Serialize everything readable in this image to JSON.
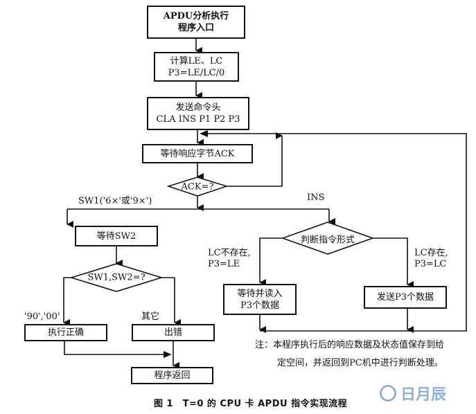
{
  "diagram": {
    "type": "flowchart",
    "nodes": {
      "entry": {
        "line1": "APDU分析执行",
        "line2": "程序入口"
      },
      "calc": {
        "line1": "计算LE、LC",
        "line2": "P3=LE/LC/0"
      },
      "send_header": {
        "line1": "发送命令头",
        "line2": "CLA INS P1 P2 P3"
      },
      "wait_ack": {
        "label": "等待响应字节ACK"
      },
      "ack_decision": {
        "label": "ACK=?"
      },
      "wait_sw2": {
        "label": "等待SW2"
      },
      "sw_decision": {
        "label": "SW1,SW2=?"
      },
      "exec_ok": {
        "label": "执行正确"
      },
      "error": {
        "label": "出错"
      },
      "return": {
        "label": "程序返回"
      },
      "ins_decision": {
        "label": "判断指令形式"
      },
      "read_data": {
        "line1": "等待并读入",
        "line2": "P3个数据"
      },
      "send_data": {
        "label": "发送P3个数据"
      }
    },
    "edge_labels": {
      "sw1_branch": "SW1('6×'或'9×')",
      "ins_branch": "INS",
      "lc_absent_line1": "LC不存在,",
      "lc_absent_line2": "P3=LE",
      "lc_present_line1": "LC存在,",
      "lc_present_line2": "P3=LC",
      "ok_codes": "'90','00'",
      "other": "其它"
    },
    "note": {
      "line1": "注：本程序执行后的响应数据及状态值保存到给",
      "line2": "定空间，并返回到PC机中进行判断处理。"
    },
    "caption": "图 1　T=0 的 CPU 卡 APDU 指令实现流程",
    "watermark": "日月辰"
  }
}
